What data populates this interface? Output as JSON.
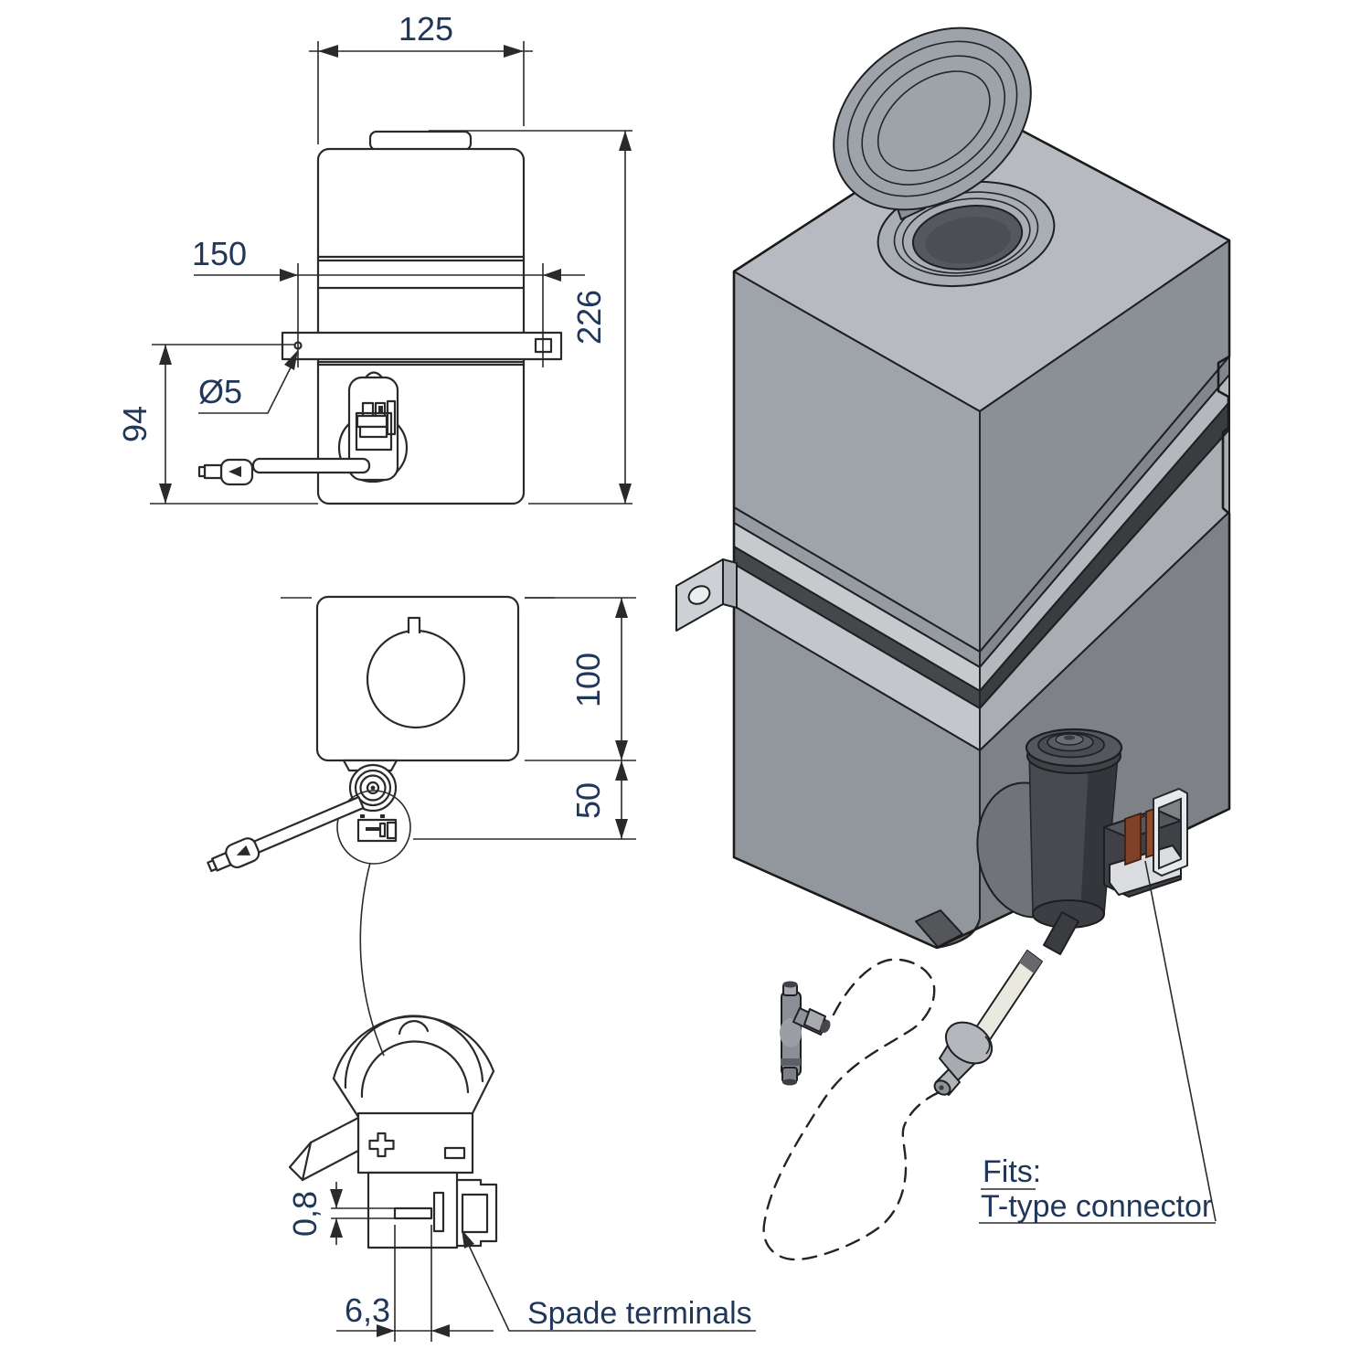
{
  "front_view": {
    "dim_width": "125",
    "dim_total_height": "226",
    "dim_bracket_width": "150",
    "dim_lower_height": "94",
    "dim_hole_diameter": "Ø5"
  },
  "top_view": {
    "dim_body_depth": "100",
    "dim_pump_offset": "50"
  },
  "detail_view": {
    "dim_terminal_thickness": "0,8",
    "dim_terminal_width": "6,3",
    "callout_spade_terminals": "Spade terminals"
  },
  "iso_view": {
    "note_fits": "Fits:",
    "note_connector": "T-type connector"
  },
  "colors": {
    "line": "#2a2a2a",
    "dimension_text": "#20375a",
    "tank_top_face": "#b7bbc1",
    "tank_left_face": "#9fa4aa",
    "tank_right_face": "#8b9096",
    "strap_metal": "#c3c6ca",
    "groove_dark": "#45474b",
    "pump_body": "#474a4f",
    "spade_terminal_brown": "#7f4128",
    "tube_translucent": "#e9e9e0",
    "fitting_gray": "#b4b7bc"
  }
}
